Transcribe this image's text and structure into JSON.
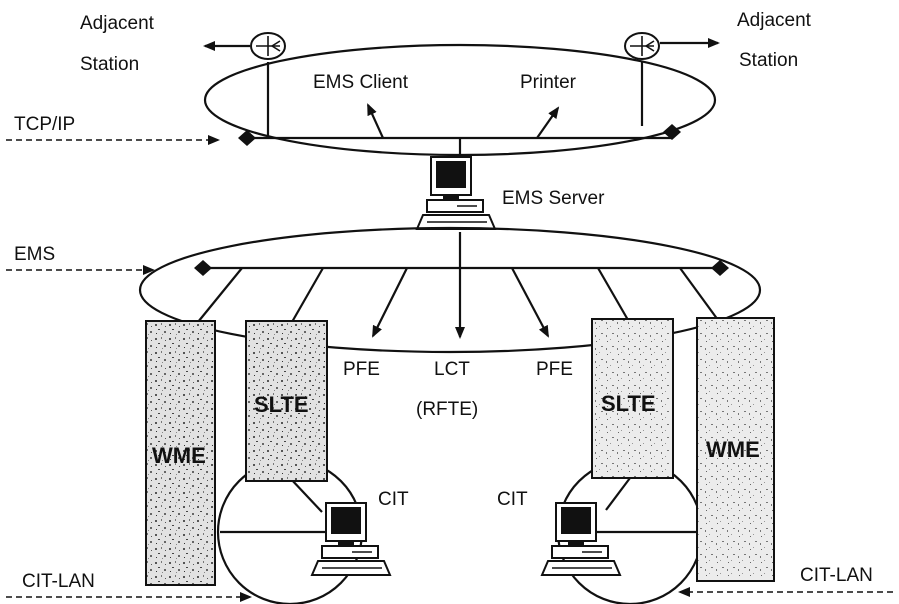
{
  "labels": {
    "adjacent_left_1": "Adjacent",
    "adjacent_left_2": "Station",
    "adjacent_right_1": "Adjacent",
    "adjacent_right_2": "Station",
    "ems_client": "EMS Client",
    "printer": "Printer",
    "tcpip": "TCP/IP",
    "ems_server": "EMS Server",
    "ems": "EMS",
    "pfe_left": "PFE",
    "lct": "LCT",
    "pfe_right": "PFE",
    "rfte": "(RFTE)",
    "slte_left": "SLTE",
    "slte_right": "SLTE",
    "wme_left": "WME",
    "wme_right": "WME",
    "cit_left": "CIT",
    "cit_right": "CIT",
    "cit_lan_left": "CIT-LAN",
    "cit_lan_right": "CIT-LAN"
  },
  "colors": {
    "line": "#111111",
    "equipment_fill": "#d4d4d4",
    "background": "#ffffff"
  },
  "icons": [
    "router-icon",
    "computer-icon",
    "arrow-icon",
    "node-diamond-icon"
  ]
}
